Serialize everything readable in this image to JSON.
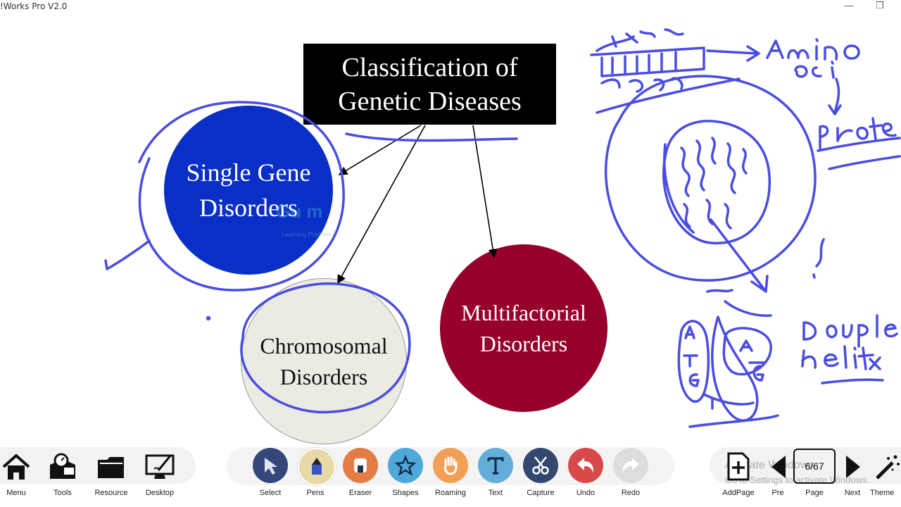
{
  "window": {
    "title": "!Works Pro V2.0",
    "minimize_label": "—",
    "restore_label": "❐"
  },
  "slide": {
    "title": "Classification of\nGenetic Diseases",
    "single_gene": "Single Gene\nDisorders",
    "chromosomal": "Chromosomal\nDisorders",
    "multifactorial": "Multifactorial\nDisorders",
    "watermark": "Gu   m",
    "watermark_sub": "Learning Platform"
  },
  "toolbar": {
    "left": [
      {
        "label": "Menu",
        "icon": "home-icon"
      },
      {
        "label": "Tools",
        "icon": "tools-icon"
      },
      {
        "label": "Resource",
        "icon": "folder-icon"
      },
      {
        "label": "Desktop",
        "icon": "desktop-icon"
      }
    ],
    "center": [
      {
        "label": "Select",
        "icon": "cursor-icon",
        "color": "#33477a"
      },
      {
        "label": "Pens",
        "icon": "pen-icon",
        "color": "#e9d9a6"
      },
      {
        "label": "Eraser",
        "icon": "eraser-icon",
        "color": "#e57b45"
      },
      {
        "label": "Shapes",
        "icon": "star-icon",
        "color": "#4ea8d8"
      },
      {
        "label": "Roaming",
        "icon": "hand-icon",
        "color": "#f3a057"
      },
      {
        "label": "Text",
        "icon": "text-icon",
        "color": "#62aed9"
      },
      {
        "label": "Capture",
        "icon": "scissors-icon",
        "color": "#34486f"
      },
      {
        "label": "Undo",
        "icon": "undo-icon",
        "color": "#d84a4a"
      },
      {
        "label": "Redo",
        "icon": "redo-icon",
        "color": "#dddddd"
      }
    ],
    "right": [
      {
        "label": "AddPage",
        "icon": "add-page-icon"
      },
      {
        "label": "Pre",
        "icon": "triangle-left-icon"
      },
      {
        "label": "Page",
        "value": "6/67"
      },
      {
        "label": "Next",
        "icon": "triangle-right-icon"
      },
      {
        "label": "Theme",
        "icon": "magic-wand-icon"
      }
    ],
    "activate_line1": "Activate Windows",
    "activate_line2": "Go to Settings to activate Windows."
  },
  "ink_color": "#4a4de0"
}
